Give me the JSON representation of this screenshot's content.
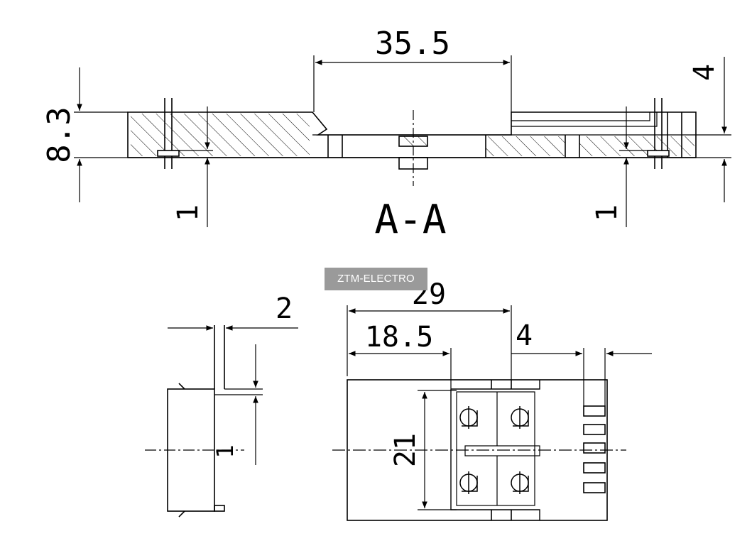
{
  "watermark": "ZTM-ELECTRO",
  "section_view": {
    "label": "A-A",
    "dim_width": "35.5",
    "dim_height": "8.3",
    "dim_right_height": "4",
    "dim_left_step": "1",
    "dim_right_step": "1"
  },
  "side_view": {
    "dim_pin": "2",
    "dim_step": "1"
  },
  "top_view": {
    "dim_total": "29",
    "dim_partial": "18.5",
    "dim_slot": "4",
    "dim_height": "21"
  }
}
